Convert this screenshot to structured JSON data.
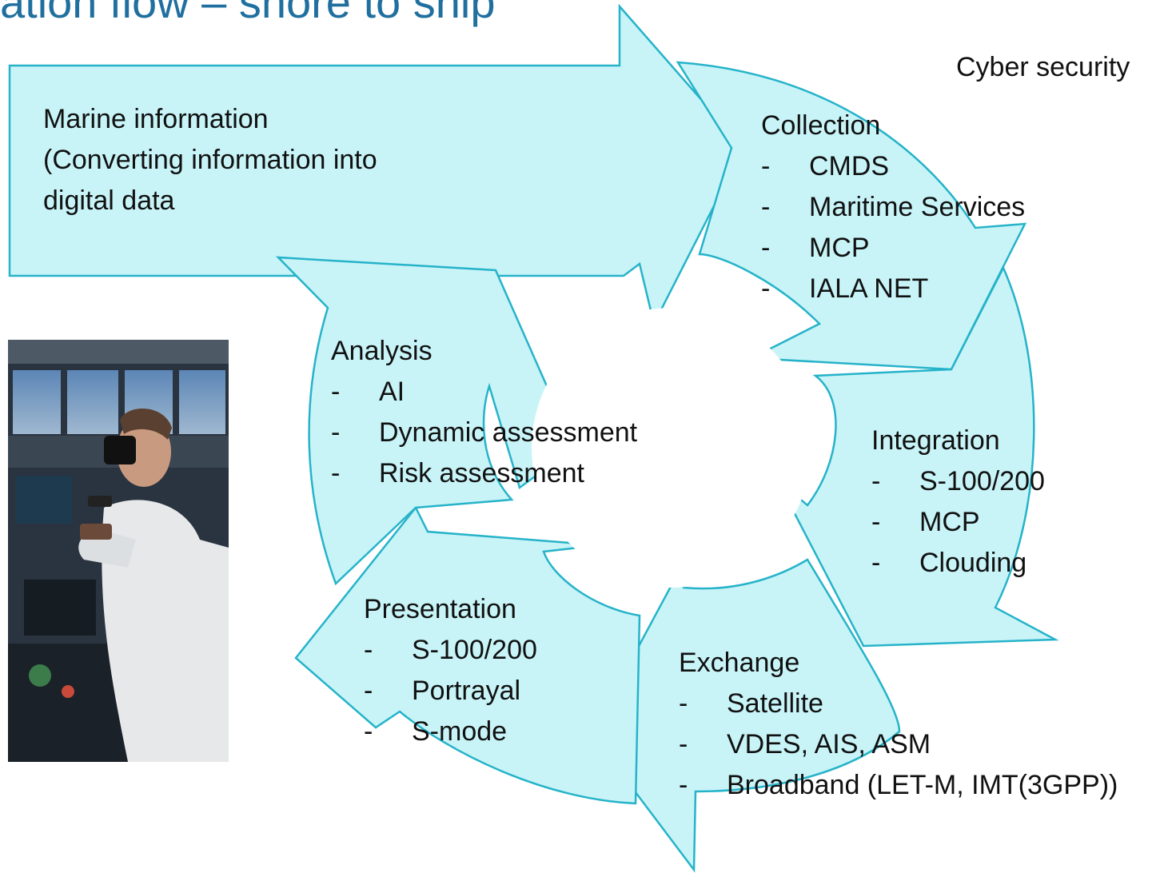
{
  "title": "ation flow – shore to ship",
  "cyber": "Cyber security",
  "marine": {
    "lines": [
      "Marine information",
      "(Converting information into",
      "digital data"
    ]
  },
  "stages": [
    {
      "key": "collection",
      "heading": "Collection",
      "items": [
        "CMDS",
        "Maritime Services",
        "MCP",
        "IALA NET"
      ]
    },
    {
      "key": "integration",
      "heading": "Integration",
      "items": [
        "S-100/200",
        "MCP",
        "Clouding"
      ]
    },
    {
      "key": "exchange",
      "heading": "Exchange",
      "items": [
        "Satellite",
        "VDES, AIS, ASM",
        "Broadband (LET-M, IMT(3GPP))"
      ]
    },
    {
      "key": "presentation",
      "heading": "Presentation",
      "items": [
        "S-100/200",
        "Portrayal",
        "S-mode"
      ]
    },
    {
      "key": "analysis",
      "heading": "Analysis",
      "items": [
        "AI",
        "Dynamic assessment",
        "Risk assessment"
      ]
    }
  ],
  "colors": {
    "fill": "#c8f4f8",
    "stroke": "#26b3c9",
    "title": "#1f6f9f"
  },
  "image": {
    "icon": "officer-with-binoculars-photo"
  }
}
